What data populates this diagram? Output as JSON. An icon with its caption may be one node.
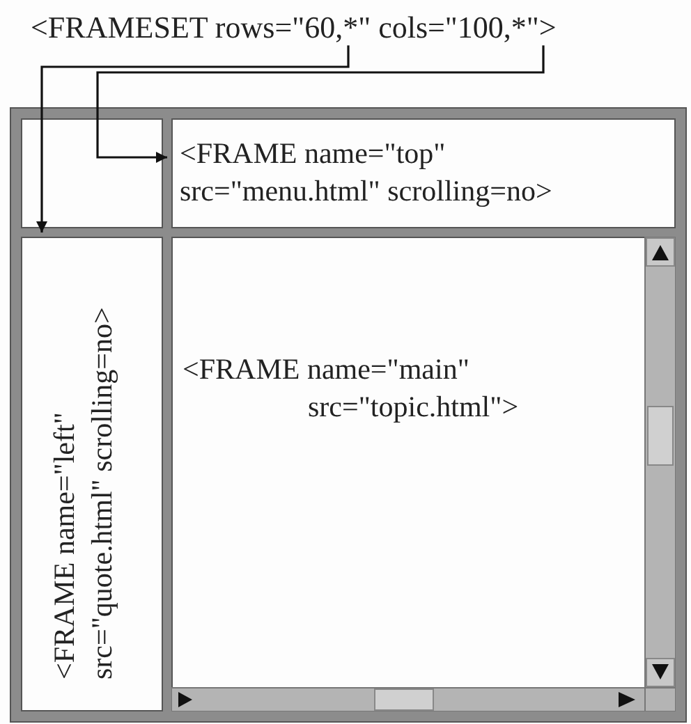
{
  "diagram": {
    "nodes": [
      {
        "text": [
          "<FRAMESET rows=\"60,*\" cols=\"100,*\">"
        ]
      },
      {
        "text": [
          "<FRAME name=\"top\" src=\"menu.html\" scrolling=no>"
        ]
      },
      {
        "text": [
          "<FRAME name=\"left\" src=\"quote.html\" scrolling=no>"
        ]
      },
      {
        "text": [
          "<FRAME name=\"main\" src=\"topic.html\">"
        ]
      }
    ],
    "edges": [
      {
        "from": 0,
        "to": 2,
        "arrow": "to"
      },
      {
        "from": 0,
        "to": 1,
        "arrow": "to"
      }
    ]
  }
}
